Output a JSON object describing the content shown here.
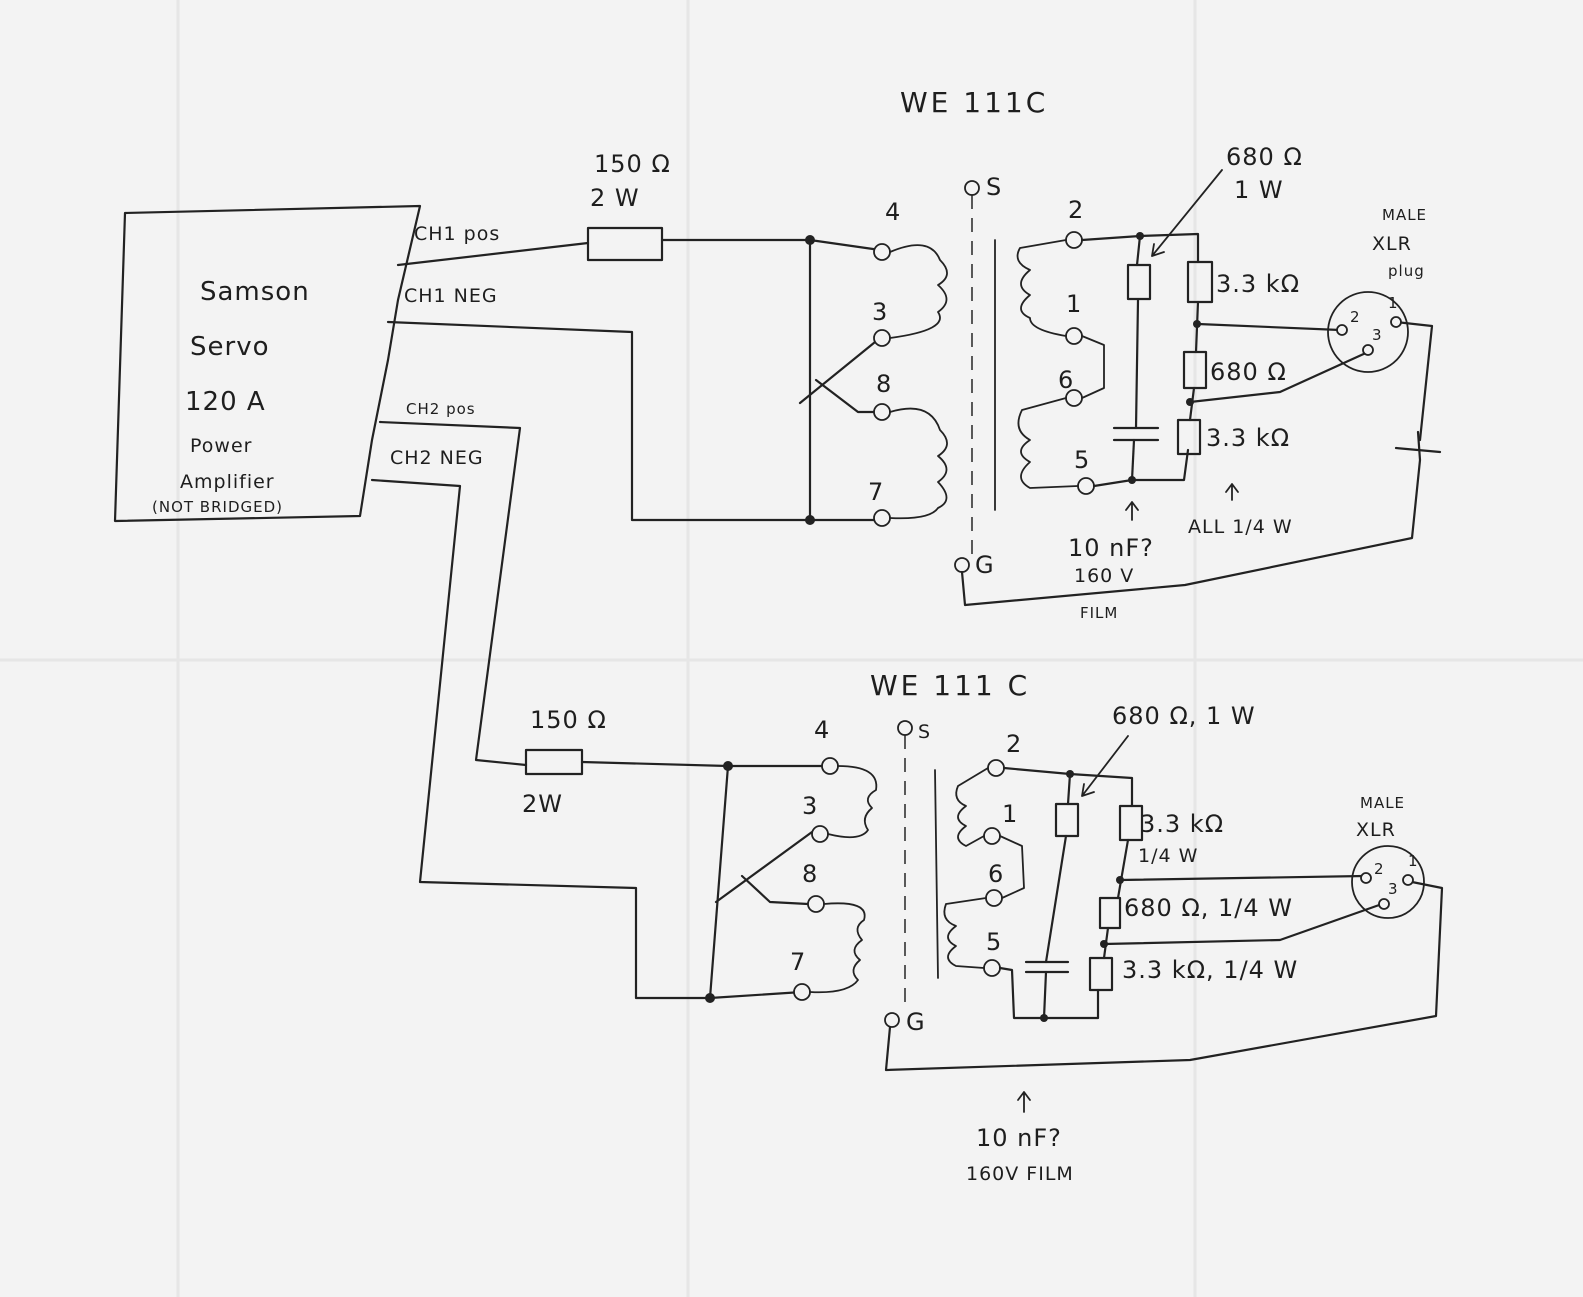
{
  "amplifier": {
    "lines": [
      "Samson",
      "Servo",
      "120 A",
      "Power",
      "Amplifier",
      "(NOT BRIDGED)"
    ]
  },
  "wires": {
    "ch1_pos": "CH1 pos",
    "ch1_neg": "CH1 NEG",
    "ch2_pos": "CH2 pos",
    "ch2_neg": "CH2 NEG"
  },
  "channel1": {
    "transformer_title": "WE 111C",
    "series_resistor": [
      "150 Ω",
      "2 W"
    ],
    "pins_primary": [
      "4",
      "3",
      "8",
      "7"
    ],
    "pins_secondary": [
      "2",
      "1",
      "6",
      "5"
    ],
    "shield_label": "S",
    "ground_label": "G",
    "r_load": [
      "680 Ω",
      "1 W"
    ],
    "r_top": "3.3 kΩ",
    "r_mid": "680 Ω",
    "r_bot": "3.3 kΩ",
    "all_quarter": "ALL 1/4 W",
    "capacitor": [
      "10 nF?",
      "160 V",
      "FILM"
    ],
    "xlr": [
      "MALE",
      "XLR",
      "plug"
    ],
    "xlr_pins": [
      "2",
      "1",
      "3"
    ]
  },
  "channel2": {
    "transformer_title": "WE 111 C",
    "series_resistor": [
      "150 Ω",
      "2W"
    ],
    "pins_primary": [
      "4",
      "3",
      "8",
      "7"
    ],
    "pins_secondary": [
      "2",
      "1",
      "6",
      "5"
    ],
    "shield_label": "S",
    "ground_label": "G",
    "r_load": "680 Ω, 1 W",
    "r_top": [
      "3.3 kΩ",
      "1/4 W"
    ],
    "r_mid": "680 Ω, 1/4 W",
    "r_bot": "3.3 kΩ, 1/4 W",
    "capacitor": [
      "10 nF?",
      "160V FILM"
    ],
    "xlr": [
      "MALE",
      "XLR"
    ],
    "xlr_pins": [
      "2",
      "1",
      "3"
    ]
  }
}
